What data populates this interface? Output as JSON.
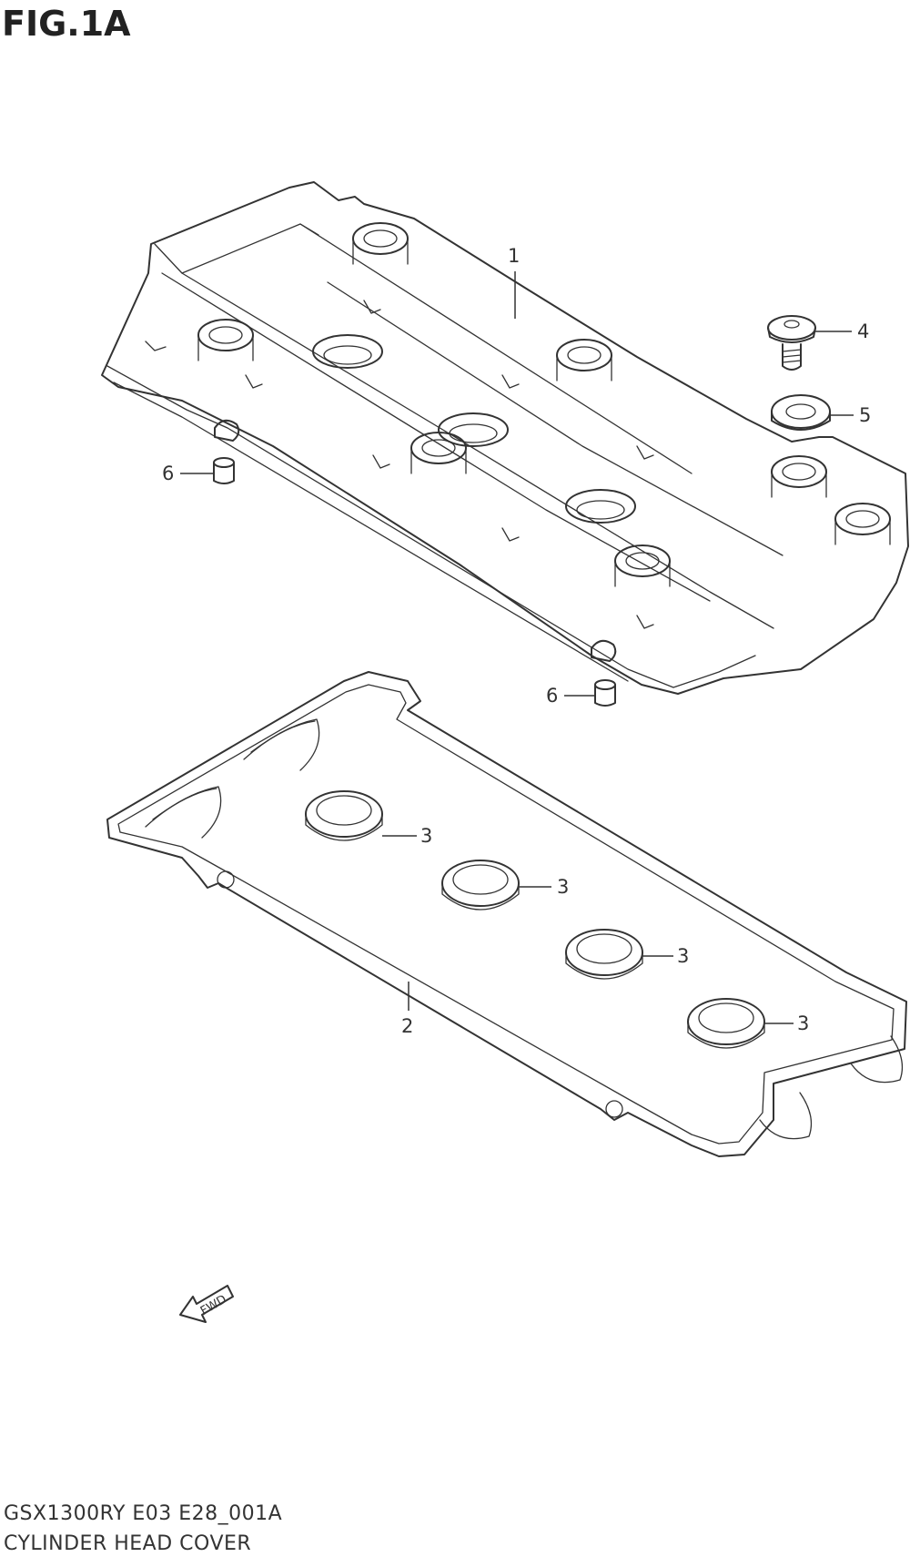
{
  "figure": {
    "title": "FIG.1A"
  },
  "parts": {
    "p1": "1",
    "p2": "2",
    "p3a": "3",
    "p3b": "3",
    "p3c": "3",
    "p3d": "3",
    "p4": "4",
    "p5": "5",
    "p6a": "6",
    "p6b": "6"
  },
  "fwd_arrow": {
    "label": "FWD"
  },
  "footer": {
    "model_code": "GSX1300RY E03 E28_001A",
    "assembly_name": "CYLINDER HEAD COVER"
  }
}
